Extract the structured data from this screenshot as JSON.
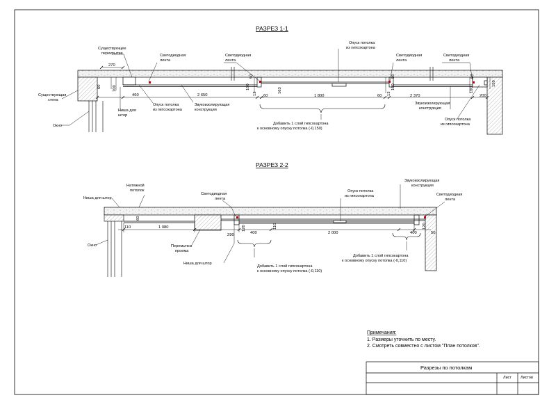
{
  "section1": {
    "title": "РАЗРЕЗ 1-1",
    "labels": {
      "existing_slab": [
        "Существующее",
        "перекрытие"
      ],
      "led_left": [
        "Светодиодная",
        "лента"
      ],
      "led_mid_left": [
        "Светодиодная",
        "лента"
      ],
      "drywall_drop_top": [
        "Опуск потолка",
        "из гипсокартона"
      ],
      "led_mid_right": [
        "Светодиодная",
        "лента"
      ],
      "led_right": [
        "Светодиодная",
        "лента"
      ],
      "existing_wall": [
        "Существующая",
        "стена"
      ],
      "window": "Окно",
      "curtain_niche": [
        "Ниша для",
        "штор"
      ],
      "drywall_drop_bottom": [
        "Опуск потолка",
        "из гипсокартона"
      ],
      "soundproof": [
        "Звукоизолирующая",
        "конструкция"
      ],
      "add_layer": [
        "Добавить 1 слой гипсокартона",
        "к основному опуску потолка (-0,150)"
      ],
      "soundproof_right": [
        "Звукоизолирующая",
        "конструкция"
      ],
      "drywall_drop_right": [
        "Опуск потолка",
        "из гипсокартона"
      ]
    },
    "dims": {
      "d270": "270",
      "d60": "60",
      "d100a": "100",
      "d460": "460",
      "d2650": "2 650",
      "d50a": "50",
      "d100b": "100",
      "d13a": "13",
      "d60b": "60",
      "d163": "163",
      "d1800": "1 800",
      "d60c": "60",
      "d50b": "50",
      "d100c": "100",
      "d13b": "13",
      "d2370": "2 370",
      "d50c": "50",
      "d150": "150",
      "d100d": "100",
      "d200": "200"
    }
  },
  "section2": {
    "title": "РАЗРЕЗ 2-2",
    "labels": {
      "stretch": [
        "Натяжной",
        "потолок"
      ],
      "curtain_niche_top": "Ниша для штор",
      "window": "Окно",
      "lintel": [
        "Перемычка",
        "проема"
      ],
      "curtain_niche_bottom": "Ниша  для штор",
      "led_left": [
        "Светодиодная",
        "лента"
      ],
      "drywall_drop": [
        "Опуск потолка",
        "из гипсокартона"
      ],
      "soundproof": [
        "Звукоизолирующая",
        "конструкция"
      ],
      "led_right": [
        "Светодиодная",
        "лента"
      ],
      "add_layer_left": [
        "Добавить 1 слой гипсокартона",
        "к основному опуску потолка (-0,110)"
      ],
      "add_layer_right": [
        "Добавить 1 слой гипсокартона",
        "к основному опуску потолка (-0,110)"
      ]
    },
    "dims": {
      "d110a": "110",
      "d1080": "1 080",
      "d60": "60",
      "d290": "290",
      "d120a": "120",
      "d400a": "400",
      "d110b": "110",
      "d2000": "2 000",
      "d400b": "400",
      "d120b": "120",
      "d50": "50"
    }
  },
  "notes": {
    "heading": "Примечания:",
    "items": [
      "1. Размеры уточнить по месту.",
      "2. Смотреть совместно с листом \"План потолков\"."
    ]
  },
  "title_block": {
    "title": "Разрезы по потолкам",
    "sheet_label": "Лист",
    "sheets_label": "Листов"
  }
}
